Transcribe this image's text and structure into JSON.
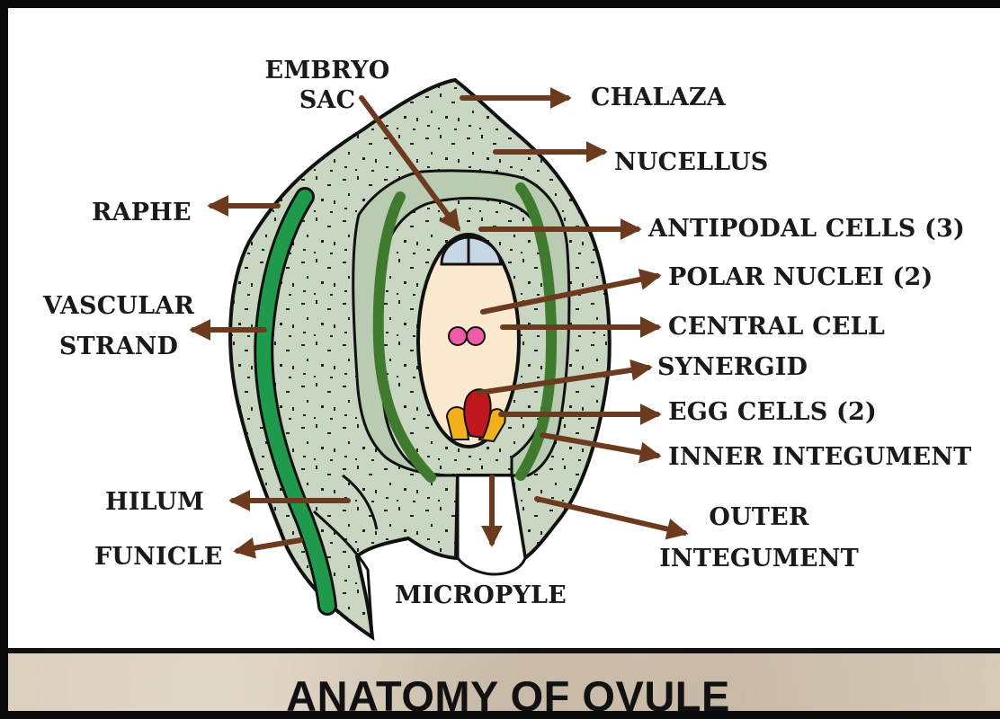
{
  "labels": {
    "embryo_sac_line1": "EMBRYO",
    "embryo_sac_line2": "SAC",
    "chalaza": "CHALAZA",
    "nucellus": "NUCELLUS",
    "raphe": "RAPHE",
    "antipodal_cells": "ANTIPODAL CELLS (3)",
    "polar_nuclei": "POLAR NUCLEI (2)",
    "vascular_line1": "VASCULAR",
    "vascular_line2": "STRAND",
    "central_cell": "CENTRAL CELL",
    "synergid": "SYNERGID",
    "egg_cells": "EGG CELLS (2)",
    "inner_integument": "INNER INTEGUMENT",
    "hilum": "HILUM",
    "outer_line1": "OUTER",
    "outer_line2": "INTEGUMENT",
    "funicle": "FUNICLE",
    "micropyle": "MICROPYLE"
  },
  "footer": {
    "title": "ANATOMY OF OVULE"
  },
  "colors": {
    "tissue": "#c8d6c2",
    "outline": "#111111",
    "vascular": "#1f9a4c",
    "integument_line": "#3f7a2e",
    "embryo_sac": "#fbe9cf",
    "antipodal": "#c7d7e6",
    "polar_nuclei": "#ee5ba6",
    "synergid": "#c0161e",
    "egg_cells": "#f2b01c",
    "arrow": "#6b3a1f",
    "footer_bg": "#d8cbb8"
  }
}
